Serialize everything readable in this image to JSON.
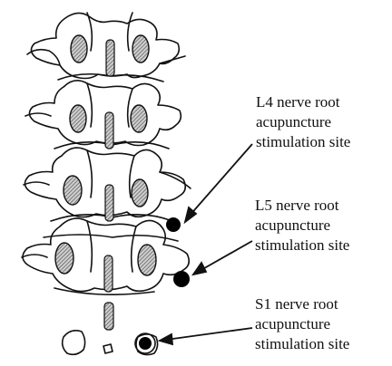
{
  "labels": {
    "l4": {
      "line1": "L4 nerve root",
      "line2": "acupuncture",
      "line3": "stimulation site"
    },
    "l5": {
      "line1": "L5 nerve root",
      "line2": "acupuncture",
      "line3": "stimulation site"
    },
    "s1": {
      "line1": "S1 nerve root",
      "line2": "acupuncture",
      "line3": "stimulation site"
    }
  },
  "colors": {
    "ink": "#111111",
    "background": "#ffffff",
    "hatch": "#6a6a6a"
  }
}
